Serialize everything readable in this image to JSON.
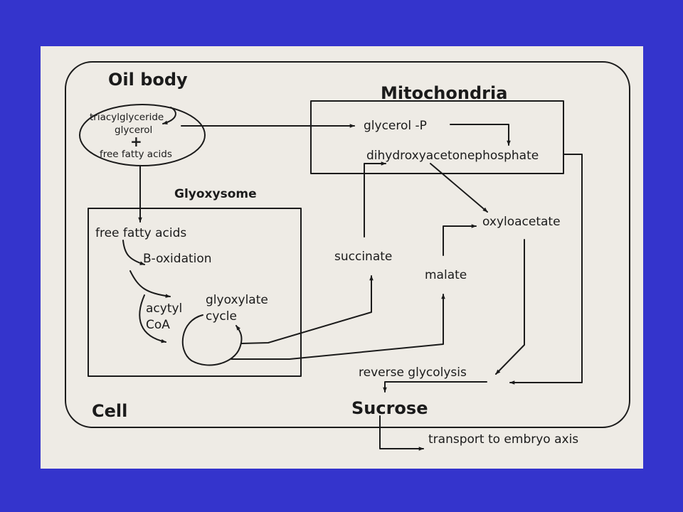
{
  "diagram": {
    "compartments": {
      "cell": "Cell",
      "oil_body": "Oil body",
      "mitochondria": "Mitochondria",
      "glyoxysome": "Glyoxysome"
    },
    "oil_body_contents": {
      "triacylglyceride": "triacylglyceride",
      "glycerol": "glycerol",
      "plus": "+",
      "free_fatty_acids": "free fatty acids"
    },
    "mitochondria_contents": {
      "glycerol_p": "glycerol -P",
      "dhap": "dihydroxyacetonephosphate"
    },
    "glyoxysome_contents": {
      "free_fatty_acids": "free fatty acids",
      "b_oxidation": "B-oxidation",
      "acytyl": "acytyl",
      "coa": "CoA",
      "glyoxylate": "glyoxylate",
      "cycle": "cycle"
    },
    "cytosol": {
      "oxyloacetate": "oxyloacetate",
      "succinate": "succinate",
      "malate": "malate",
      "reverse_glycolysis": "reverse glycolysis",
      "sucrose": "Sucrose",
      "transport": "transport to embryo axis"
    }
  },
  "colors": {
    "slide_background": "#3434cc",
    "paper": "#eeebe5",
    "ink": "#1b1b1b"
  }
}
